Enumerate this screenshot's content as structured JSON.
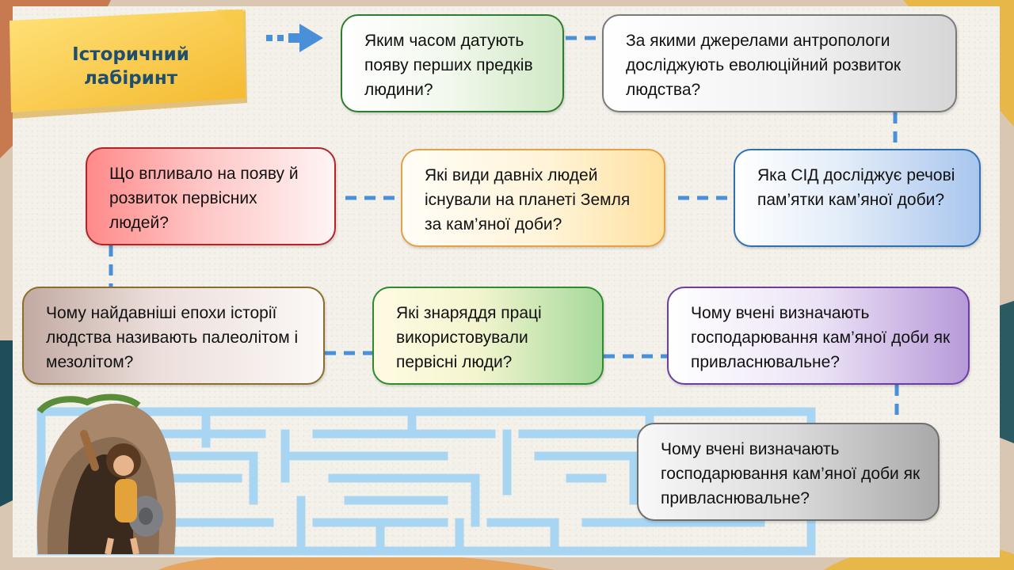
{
  "title": {
    "line1": "Історичний",
    "line2": "лабіринт"
  },
  "questions": [
    "Яким часом датують появу перших предків людини?",
    "За якими джерелами антропологи досліджують еволюційний розвиток людства?",
    "Яка СІД досліджує речові пам’ятки кам’яної доби?",
    "Які види давніх людей існували на планеті Земля за кам’яної доби?",
    "Що впливало на появу й розвиток первісних людей?",
    "Чому найдавніші епохи історії людства називають палеолітом і мезолітом?",
    "Які знаряддя праці використовували первісні люди?",
    "Чому вчені визначають господарювання кам’яної доби як привласнювальне?",
    "Чому вчені визначають господарювання кам’яної доби як привласнювальне?"
  ],
  "colors": {
    "path": "#4a90d9",
    "arrow": "#4a90d9",
    "title_card": "#ffd84d",
    "title_text": "#1f4f6e",
    "maze": "#9fd3f0"
  },
  "icons": {
    "start_arrow": "arrow-right-icon",
    "illustration": "caveman-cave-illustration",
    "maze": "maze-decoration"
  }
}
